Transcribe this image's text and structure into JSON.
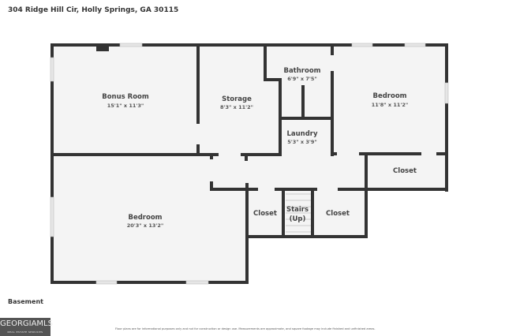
{
  "header": {
    "address": "304 Ridge Hill Cir, Holly Springs, GA 30115"
  },
  "floor_label": "Basement",
  "rooms": [
    {
      "name": "Bonus Room",
      "dims": "15'1\" x 11'3\""
    },
    {
      "name": "Storage",
      "dims": "8'3\" x 11'2\""
    },
    {
      "name": "Bathroom",
      "dims": "6'9\" x 7'5\""
    },
    {
      "name": "Bedroom",
      "dims": "11'8\" x 11'2\""
    },
    {
      "name": "Laundry",
      "dims": "5'3\" x 3'9\""
    },
    {
      "name": "Closet"
    },
    {
      "name": "Bedroom",
      "dims": "20'3\" x 13'2\""
    },
    {
      "name": "Closet"
    },
    {
      "name": "Stairs",
      "sub": "(Up)"
    },
    {
      "name": "Closet"
    }
  ],
  "logo": {
    "text": "GEORGIAMLS",
    "tagline": "REAL ESTATE SERVICES"
  },
  "disclaimer": "Floor plans are for informational purposes only and not for construction or design use. Measurements are approximate, and square footage may include finished and unfinished areas.",
  "colors": {
    "wall": "#333333",
    "floor": "#f4f4f4",
    "window": "#e6e6e6"
  }
}
